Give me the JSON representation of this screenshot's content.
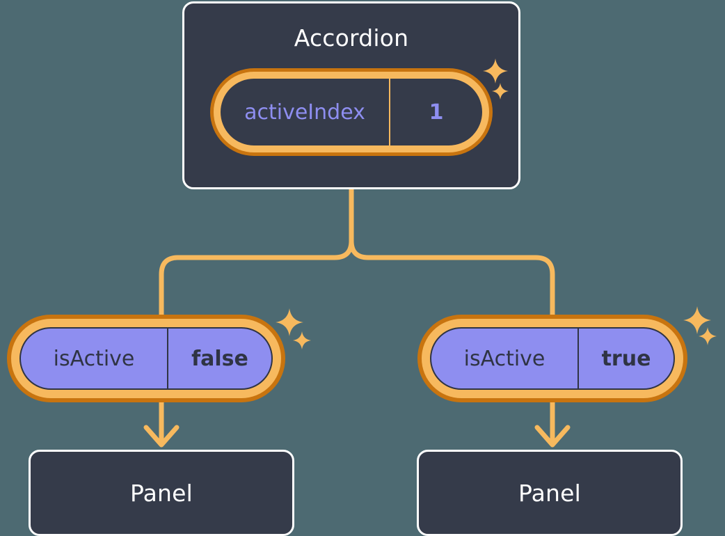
{
  "diagram": {
    "title_hidden": "",
    "background_color": "#4d6a72",
    "accent_color": "#f7b95e",
    "accent_dark_color": "#c8740f",
    "card_fill_color": "#353b4a",
    "card_border_color": "#ffffff",
    "pill_fill_color": "#8e8ef0",
    "pill_text_color": "#2f3444",
    "top_pill_text_color": "#8e8ef0"
  },
  "root": {
    "component_label": "Accordion",
    "state": {
      "key": "activeIndex",
      "value": "1"
    }
  },
  "branches": [
    {
      "state": {
        "key": "isActive",
        "value": "false"
      },
      "component_label": "Panel"
    },
    {
      "state": {
        "key": "isActive",
        "value": "true"
      },
      "component_label": "Panel"
    }
  ],
  "icons": {
    "sparkle_large": "sparkle-icon",
    "sparkle_small": "sparkle-small-icon",
    "arrow_down": "arrow-down-icon"
  }
}
